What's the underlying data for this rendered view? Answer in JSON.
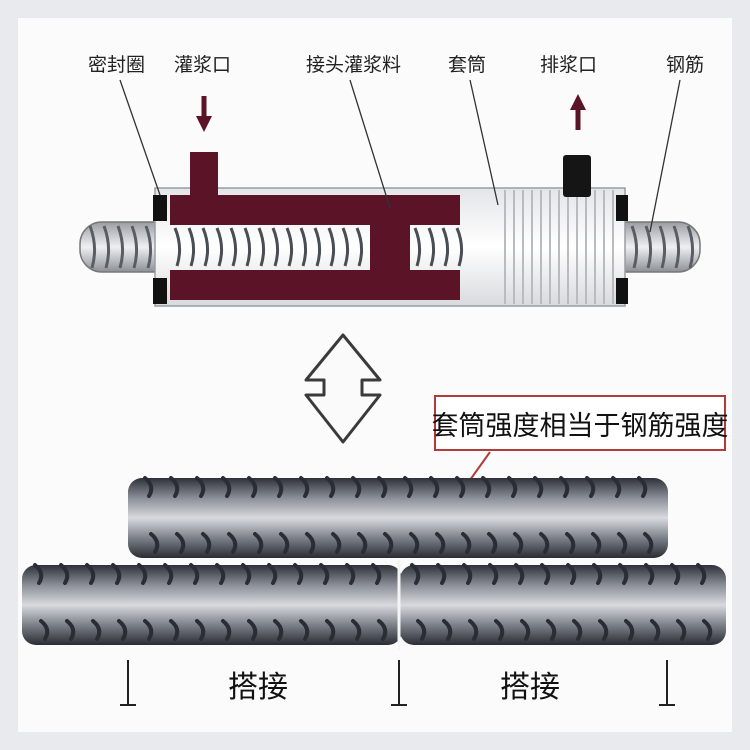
{
  "labels": {
    "seal_ring": "密封圈",
    "grout_inlet": "灌浆口",
    "joint_grout": "接头灌浆料",
    "sleeve": "套筒",
    "grout_outlet": "排浆口",
    "rebar": "钢筋"
  },
  "callout": "套筒强度相当于钢筋强度",
  "lap_left": "搭接",
  "lap_right": "搭接",
  "colors": {
    "grout": "#5b1327",
    "callout_border": "#b23a3a",
    "rebar_dark": "#555a63",
    "rebar_light": "#c9ccd2"
  }
}
